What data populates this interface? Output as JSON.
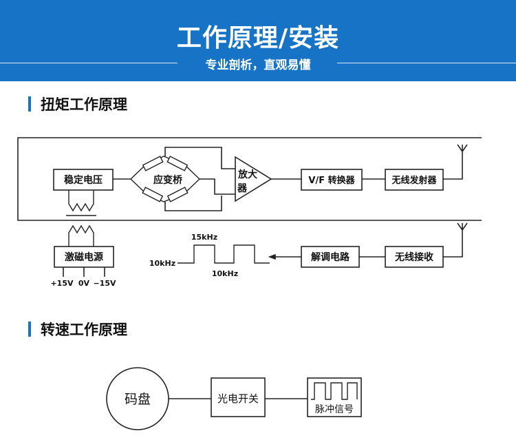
{
  "header": {
    "title": "工作原理/安装",
    "subtitle": "专业剖析，直观易懂"
  },
  "torque_section": {
    "title": "扭矩工作原理",
    "blocks": {
      "regulator": "稳定电压",
      "bridge": "应变桥",
      "amplifier_line1": "放大",
      "amplifier_line2": "器",
      "vf": "V/F 转换器",
      "transmitter": "无线发射器",
      "excitation": "激磁电源",
      "demodulator": "解调电路",
      "receiver": "无线接收"
    },
    "power_labels": [
      "+15V",
      "0V",
      "−15V"
    ],
    "signal_labels": {
      "high": "15kHz",
      "low_left": "10kHz",
      "low_bottom": "10kHz"
    }
  },
  "speed_section": {
    "title": "转速工作原理",
    "blocks": {
      "encoder": "码盘",
      "photo_switch": "光电开关",
      "pulse": "脉冲信号"
    }
  },
  "colors": {
    "accent": "#1773c6",
    "line": "#222222"
  }
}
